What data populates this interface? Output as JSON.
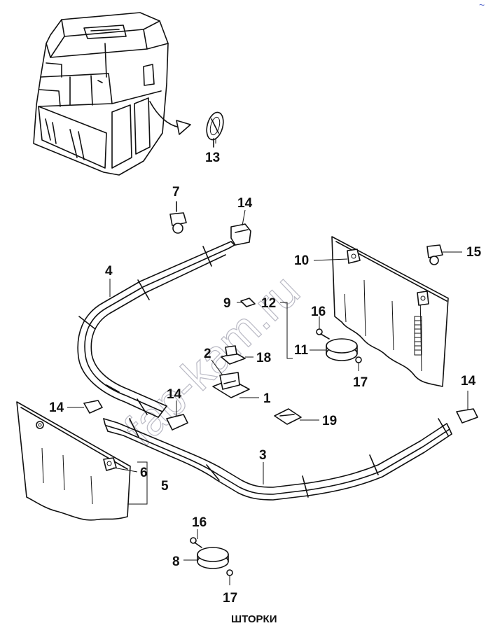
{
  "watermark": "fap-kam.ru",
  "caption": "ШТОРКИ",
  "corner_mark": "~",
  "callouts": {
    "c1": "1",
    "c2": "2",
    "c3": "3",
    "c4": "4",
    "c5": "5",
    "c6": "6",
    "c7": "7",
    "c8": "8",
    "c9": "9",
    "c10": "10",
    "c11": "11",
    "c12": "12",
    "c13": "13",
    "c14a": "14",
    "c14b": "14",
    "c14c": "14",
    "c14d": "14",
    "c15": "15",
    "c16a": "16",
    "c16b": "16",
    "c17a": "17",
    "c17b": "17",
    "c18": "18",
    "c19": "19"
  }
}
